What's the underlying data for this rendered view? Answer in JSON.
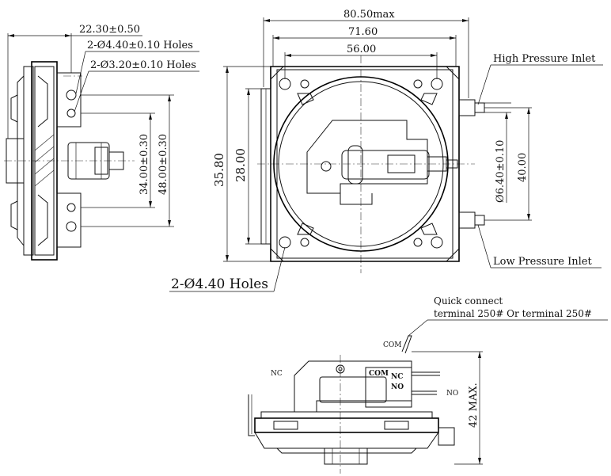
{
  "dimensions": {
    "overall_width": "80.50max",
    "mount_spacing_outer": "71.60",
    "mount_spacing_inner": "56.00",
    "body_height": "35.80",
    "body_height_inner": "28.00",
    "inlet_spacing": "40.00",
    "inlet_diameter": "Ø6.40±0.10",
    "side_depth": "22.30±0.50",
    "hole_spacing_small": "34.00±0.30",
    "hole_spacing_large": "48.00±0.30",
    "height_max": "42 MAX."
  },
  "callouts": {
    "holes_44": "2-Ø4.40±0.10 Holes",
    "holes_32": "2-Ø3.20±0.10 Holes",
    "holes_main": "2-Ø4.40 Holes",
    "high_inlet": "High Pressure Inlet",
    "low_inlet": "Low Pressure Inlet",
    "terminal_line1": "Quick connect",
    "terminal_line2": "terminal 250# Or terminal 250#"
  },
  "terminals": {
    "com": "COM",
    "nc": "NC",
    "no": "NO",
    "nc_side": "NC",
    "no_side": "NO",
    "com_top": "COM"
  }
}
